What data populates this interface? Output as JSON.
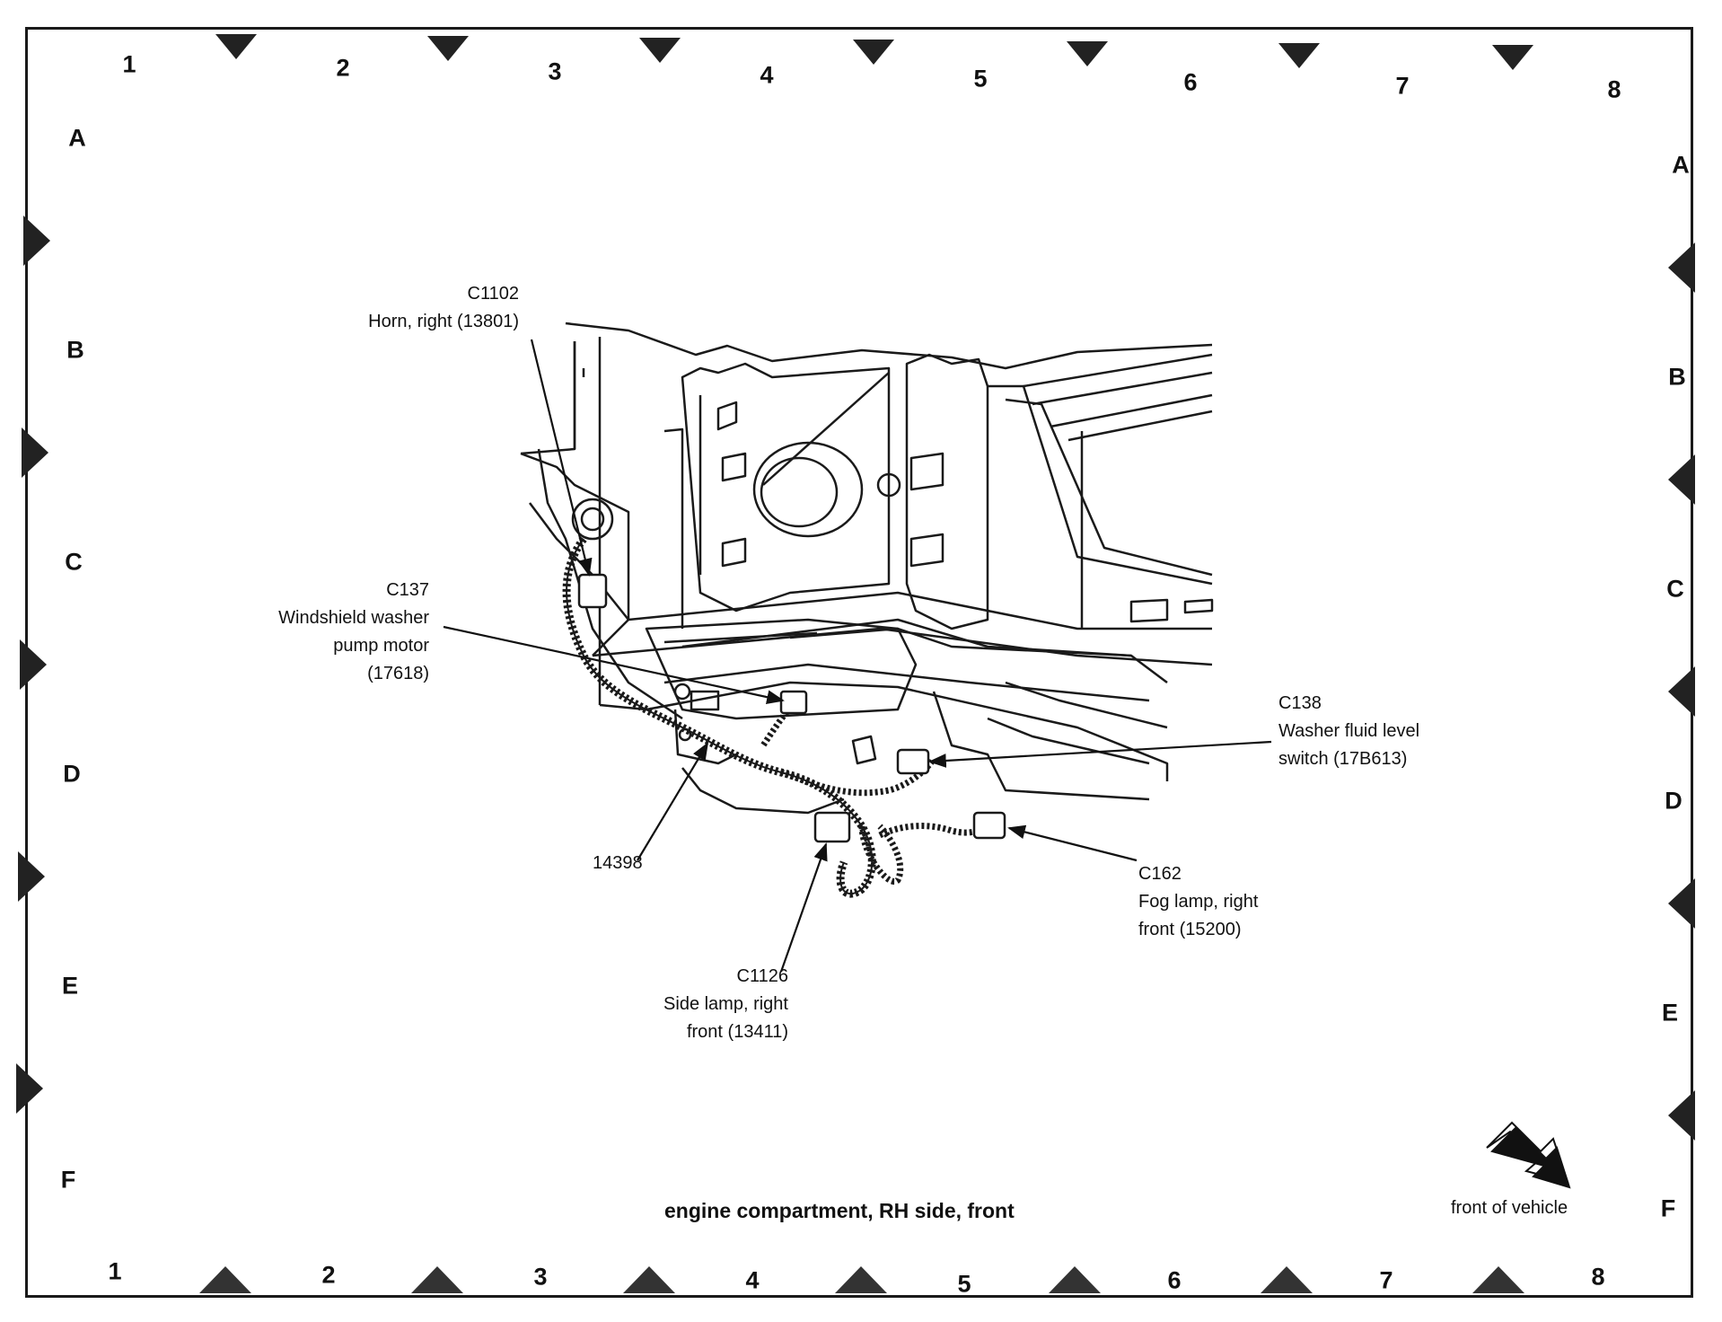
{
  "grid": {
    "columns": [
      "1",
      "2",
      "3",
      "4",
      "5",
      "6",
      "7",
      "8"
    ],
    "rows": [
      "A",
      "B",
      "C",
      "D",
      "E",
      "F"
    ]
  },
  "callouts": {
    "c1102": {
      "id": "C1102",
      "desc": "Horn, right (13801)"
    },
    "c137": {
      "id": "C137",
      "desc_line1": "Windshield washer",
      "desc_line2": "pump motor",
      "desc_line3": "(17618)"
    },
    "harness": {
      "id": "14398"
    },
    "c138": {
      "id": "C138",
      "desc_line1": "Washer fluid level",
      "desc_line2": "switch (17B613)"
    },
    "c162": {
      "id": "C162",
      "desc_line1": "Fog lamp, right",
      "desc_line2": "front (15200)"
    },
    "c1126": {
      "id": "C1126",
      "desc_line1": "Side lamp, right",
      "desc_line2": "front (13411)"
    }
  },
  "caption": "engine compartment, RH side, front",
  "front_indicator": "front of vehicle",
  "colors": {
    "line": "#1a1a1a",
    "background": "#ffffff"
  }
}
